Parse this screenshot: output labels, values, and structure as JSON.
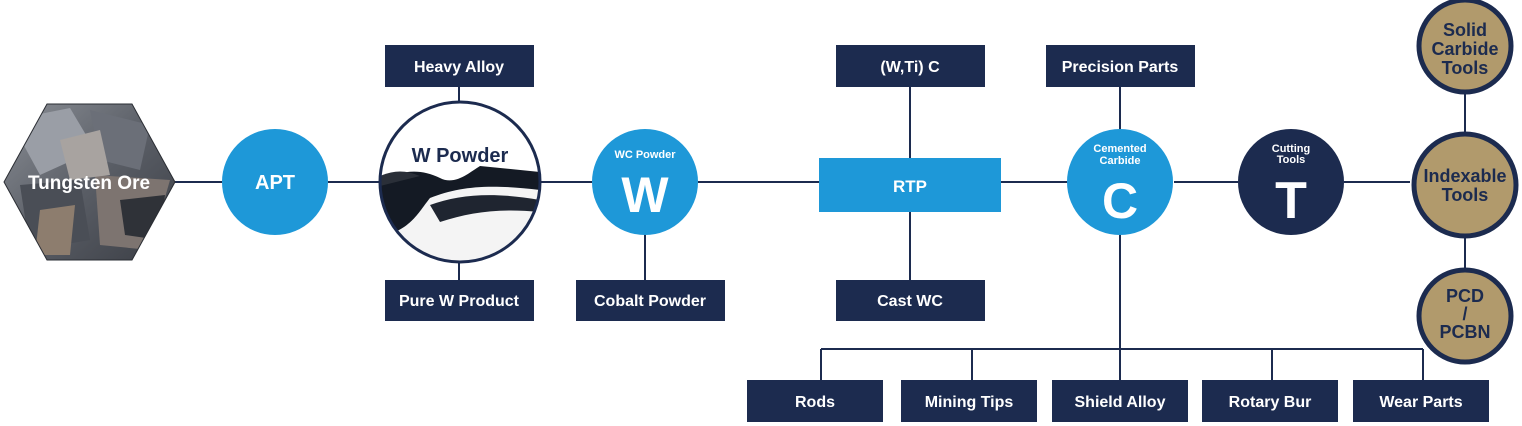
{
  "colors": {
    "navy": "#1c2b4f",
    "blue": "#1e98d8",
    "gold": "#b19a6c",
    "rock_dark": "#3b3f47",
    "rock_light": "#7a7f88"
  },
  "nodes": {
    "ore": "Tungsten Ore",
    "apt": "APT",
    "w_powder": "W Powder",
    "wc_powder": "WC Powder",
    "wc_icon_letter": "W",
    "rtp": "RTP",
    "cemented_line1": "Cemented",
    "cemented_line2": "Carbide",
    "cemented_icon_letter": "C",
    "cutting_line1": "Cutting",
    "cutting_line2": "Tools",
    "cutting_icon_letter": "T"
  },
  "boxes": {
    "heavy_alloy": "Heavy Alloy",
    "pure_w_product": "Pure W Product",
    "cobalt_powder": "Cobalt Powder",
    "wti_c": "(W,Ti) C",
    "cast_wc": "Cast WC",
    "precision_parts": "Precision Parts",
    "rods": "Rods",
    "mining_tips": "Mining Tips",
    "shield_alloy": "Shield Alloy",
    "rotary_bur": "Rotary Bur",
    "wear_parts": "Wear Parts"
  },
  "tools": {
    "solid_line1": "Solid",
    "solid_line2": "Carbide",
    "solid_line3": "Tools",
    "indexable_line1": "Indexable",
    "indexable_line2": "Tools",
    "pcd_line1": "PCD",
    "pcd_line2": "/",
    "pcd_line3": "PCBN"
  }
}
